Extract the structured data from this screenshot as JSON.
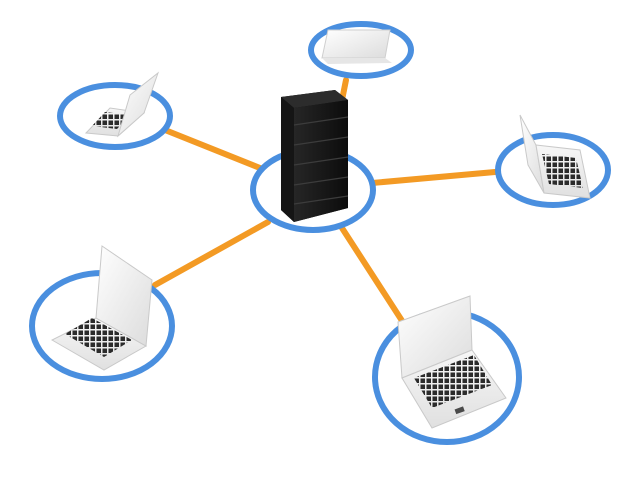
{
  "scene": {
    "description_visible_text": "",
    "colors": {
      "background": "#ffffff",
      "ring": "#4a90e2",
      "ring_inner": "#ffffff",
      "connector": "#f5961e",
      "server": "#1b1b1b",
      "laptop_body": "#f1f1f1",
      "keyboard": "#2a2a2a"
    },
    "hub": {
      "icon": "server-tower-icon"
    },
    "nodes": [
      {
        "id": "top",
        "icon": "laptop-icon"
      },
      {
        "id": "top-left",
        "icon": "laptop-icon"
      },
      {
        "id": "right",
        "icon": "laptop-icon"
      },
      {
        "id": "bottom-left",
        "icon": "laptop-icon"
      },
      {
        "id": "bottom-right",
        "icon": "laptop-icon"
      }
    ]
  }
}
